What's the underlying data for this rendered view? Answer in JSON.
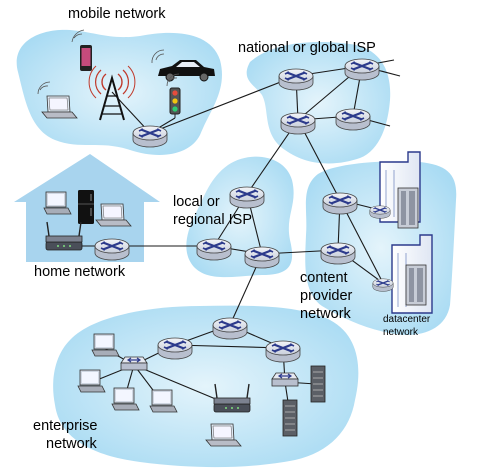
{
  "labels": {
    "mobile_network": "mobile network",
    "national_isp": "national or global ISP",
    "local_isp_line1": "local or",
    "local_isp_line2": "regional ISP",
    "home_network": "home network",
    "content_provider_line1": "content",
    "content_provider_line2": "provider",
    "content_provider_line3": "network",
    "datacenter_line1": "datacenter",
    "datacenter_line2": "network",
    "enterprise_line1": "enterprise",
    "enterprise_line2": "network"
  },
  "colors": {
    "region_fill": "#b3dff4",
    "region_light": "#e4f4fb",
    "router_top": "#d9dde8",
    "router_x": "#2c3a8c",
    "link": "#1a1a1a",
    "home_fill": "#a8d4ee"
  },
  "icons": {
    "router": "router-icon",
    "phone": "phone-icon",
    "tower": "cell-tower-icon",
    "car": "car-icon",
    "traffic_light": "traffic-light-icon",
    "laptop": "laptop-icon",
    "desktop": "desktop-computer-icon",
    "fridge": "fridge-icon",
    "wifi": "wifi-access-point-icon",
    "server": "server-rack-icon",
    "switch": "ethernet-switch-icon",
    "datacenter": "datacenter-building-icon"
  }
}
